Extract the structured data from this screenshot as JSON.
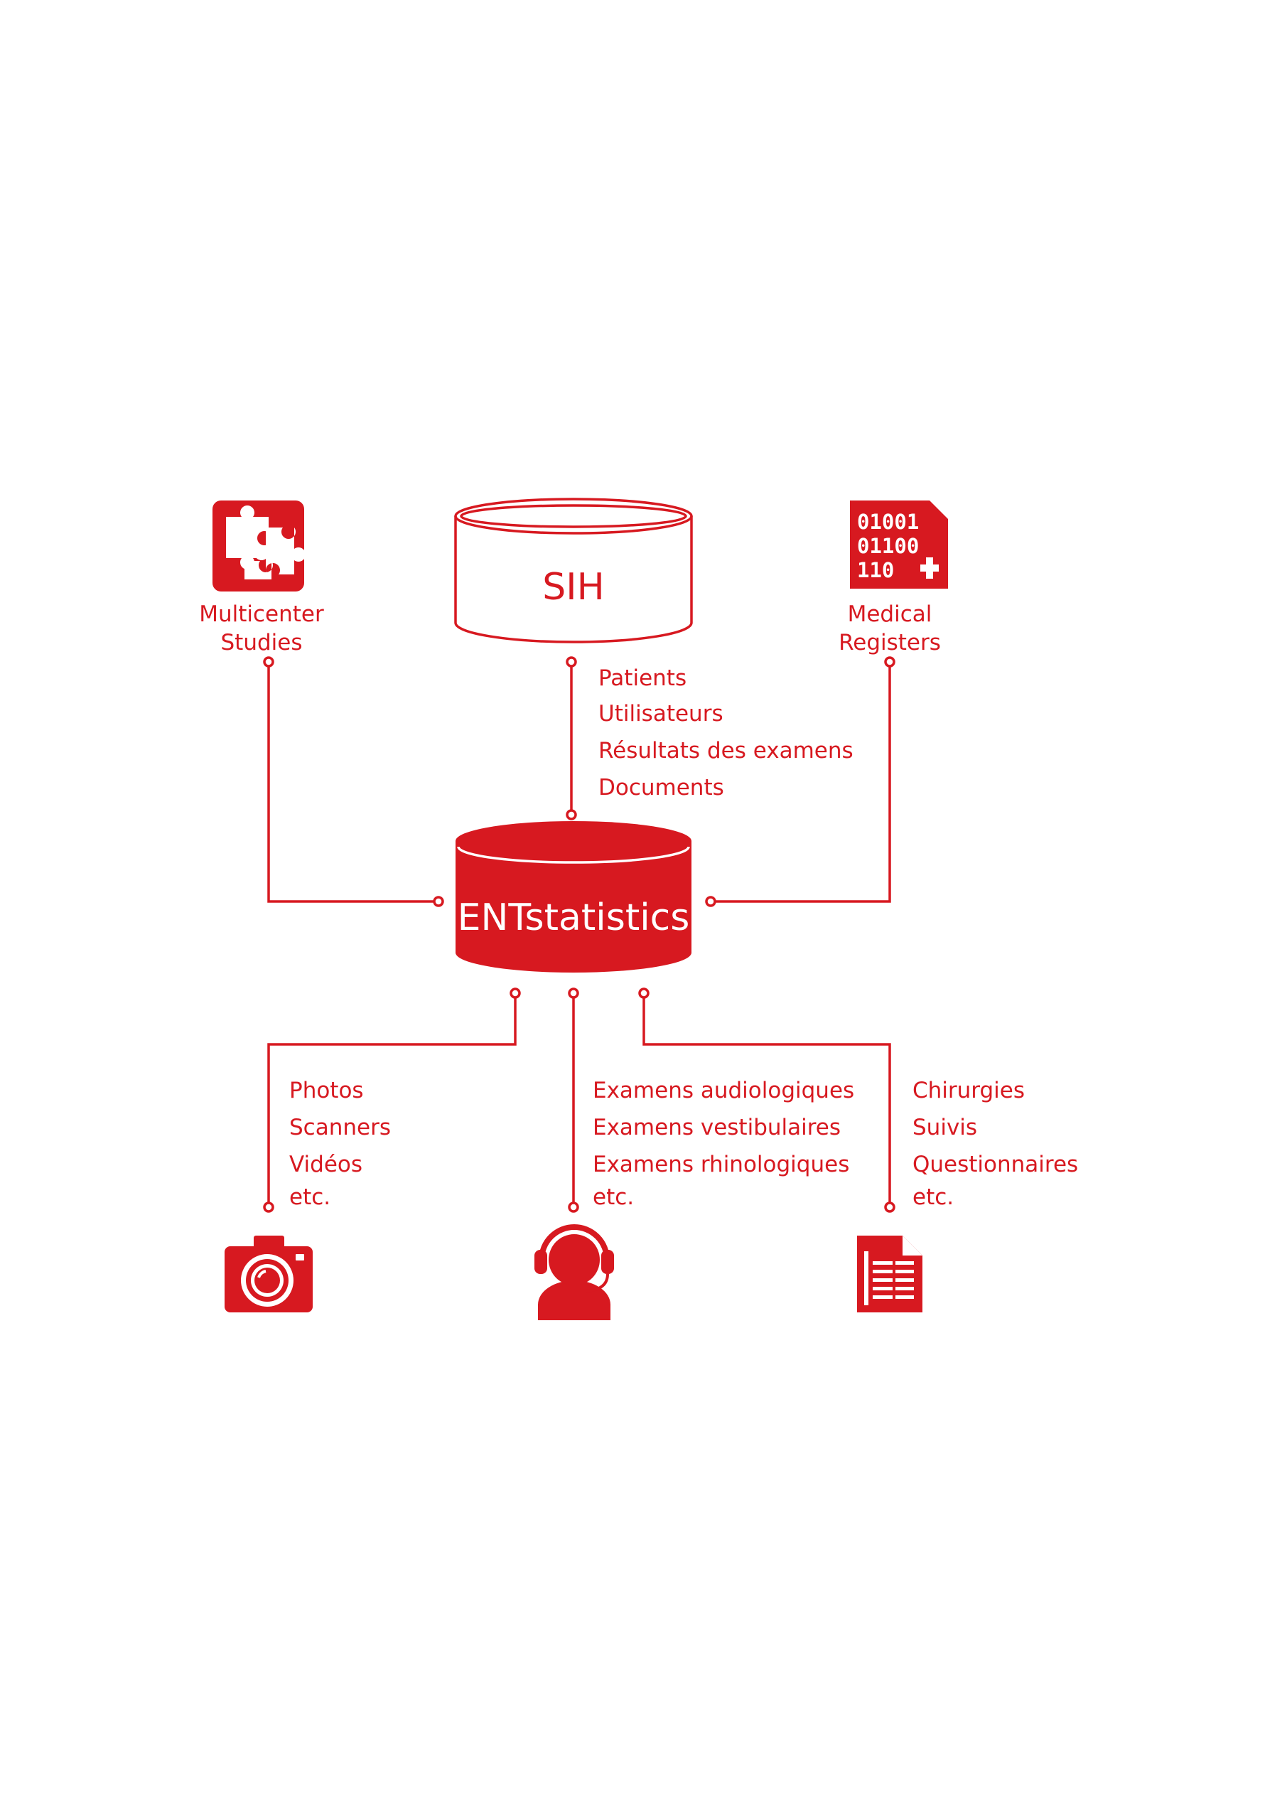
{
  "colors": {
    "accent": "#d71920",
    "background": "#ffffff"
  },
  "sih": {
    "title": "SIH",
    "items": [
      "Patients",
      "Utilisateurs",
      "Résultats des examens",
      "Documents"
    ]
  },
  "central": {
    "title": "ENTstatistics"
  },
  "multicenter": {
    "icon": "puzzle-icon",
    "line1": "Multicenter",
    "line2": "Studies"
  },
  "registers": {
    "icon": "binary-data-icon",
    "line1": "Medical",
    "line2": "Registers",
    "binary": [
      "01001",
      "01100",
      "110"
    ]
  },
  "imaging": {
    "icon": "camera-icon",
    "items": [
      "Photos",
      "Scanners",
      "Vidéos",
      "etc."
    ]
  },
  "exams": {
    "icon": "headset-user-icon",
    "items": [
      "Examens audiologiques",
      "Examens vestibulaires",
      "Examens rhinologiques",
      "etc."
    ]
  },
  "surgery": {
    "icon": "document-icon",
    "items": [
      "Chirurgies",
      "Suivis",
      "Questionnaires",
      "etc."
    ]
  }
}
